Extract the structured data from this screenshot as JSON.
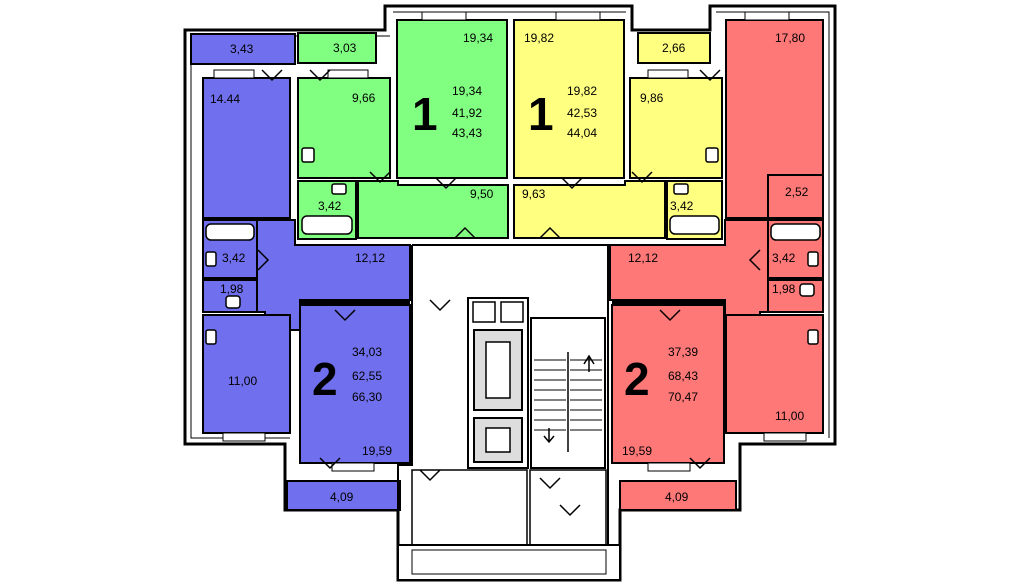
{
  "colors": {
    "blue": "#7070ee",
    "green": "#80ff80",
    "yellow": "#ffff80",
    "red": "#ff7878",
    "wall": "#000000",
    "background": "#ffffff"
  },
  "apartments": {
    "green_1": {
      "rooms": "1",
      "areas": {
        "living": "19,34",
        "total": "41,92",
        "with_balcony": "43,43"
      },
      "room_living": "19,34",
      "balcony": "3,03",
      "kitchen": "9,66",
      "hall": "9,50",
      "bath": "3,42"
    },
    "yellow_1": {
      "rooms": "1",
      "areas": {
        "living": "19,82",
        "total": "42,53",
        "with_balcony": "44,04"
      },
      "room_living": "19,82",
      "balcony": "2,66",
      "kitchen": "9,86",
      "hall": "9,63",
      "bath": "3,42"
    },
    "blue_2": {
      "rooms": "2",
      "areas": {
        "living": "34,03",
        "total": "62,55",
        "with_balcony": "66,30"
      },
      "balcony_top": "3,43",
      "room_top": "14.44",
      "bath": "3,42",
      "toilet": "1,98",
      "hall": "12,12",
      "room_bottom": "11,00",
      "room_big": "19,59",
      "balcony_bottom": "4,09"
    },
    "red_2": {
      "rooms": "2",
      "areas": {
        "living": "37,39",
        "total": "68,43",
        "with_balcony": "70,47"
      },
      "room_top": "17,80",
      "storage": "2,52",
      "bath": "3,42",
      "toilet": "1,98",
      "hall": "12,12",
      "room_bottom": "11,00",
      "room_big": "19,59",
      "balcony_bottom": "4,09"
    }
  }
}
